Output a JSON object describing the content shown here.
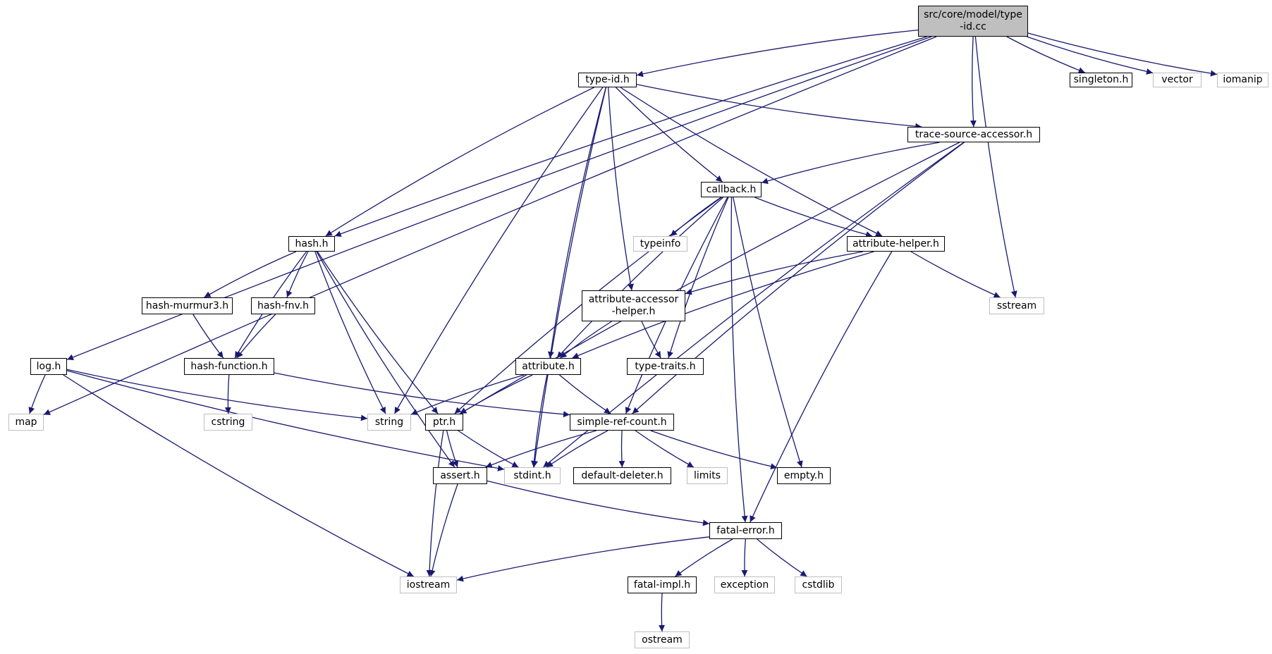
{
  "graph": {
    "edge_color": "#191970",
    "root_fill": "#bfbfbf",
    "external_border": "#bfbfbf",
    "nodes": [
      {
        "id": "root",
        "label": "src/core/model/type\n-id.cc",
        "kind": "root"
      },
      {
        "id": "type_id_h",
        "label": "type-id.h",
        "kind": "internal"
      },
      {
        "id": "singleton_h",
        "label": "singleton.h",
        "kind": "internal"
      },
      {
        "id": "vector",
        "label": "vector",
        "kind": "external"
      },
      {
        "id": "iomanip",
        "label": "iomanip",
        "kind": "external"
      },
      {
        "id": "trace_source_accessor_h",
        "label": "trace-source-accessor.h",
        "kind": "internal"
      },
      {
        "id": "callback_h",
        "label": "callback.h",
        "kind": "internal"
      },
      {
        "id": "hash_h",
        "label": "hash.h",
        "kind": "internal"
      },
      {
        "id": "typeinfo",
        "label": "typeinfo",
        "kind": "external"
      },
      {
        "id": "attribute_helper_h",
        "label": "attribute-helper.h",
        "kind": "internal"
      },
      {
        "id": "hash_murmur3_h",
        "label": "hash-murmur3.h",
        "kind": "internal"
      },
      {
        "id": "hash_fnv_h",
        "label": "hash-fnv.h",
        "kind": "internal"
      },
      {
        "id": "attribute_accessor_helper_h",
        "label": "attribute-accessor\n-helper.h",
        "kind": "internal"
      },
      {
        "id": "sstream",
        "label": "sstream",
        "kind": "external"
      },
      {
        "id": "log_h",
        "label": "log.h",
        "kind": "internal"
      },
      {
        "id": "hash_function_h",
        "label": "hash-function.h",
        "kind": "internal"
      },
      {
        "id": "attribute_h",
        "label": "attribute.h",
        "kind": "internal"
      },
      {
        "id": "type_traits_h",
        "label": "type-traits.h",
        "kind": "internal"
      },
      {
        "id": "map",
        "label": "map",
        "kind": "external"
      },
      {
        "id": "cstring",
        "label": "cstring",
        "kind": "external"
      },
      {
        "id": "string",
        "label": "string",
        "kind": "external"
      },
      {
        "id": "ptr_h",
        "label": "ptr.h",
        "kind": "internal"
      },
      {
        "id": "simple_ref_count_h",
        "label": "simple-ref-count.h",
        "kind": "internal"
      },
      {
        "id": "assert_h",
        "label": "assert.h",
        "kind": "internal"
      },
      {
        "id": "stdint_h",
        "label": "stdint.h",
        "kind": "external"
      },
      {
        "id": "default_deleter_h",
        "label": "default-deleter.h",
        "kind": "internal"
      },
      {
        "id": "limits",
        "label": "limits",
        "kind": "external"
      },
      {
        "id": "empty_h",
        "label": "empty.h",
        "kind": "internal"
      },
      {
        "id": "fatal_error_h",
        "label": "fatal-error.h",
        "kind": "internal"
      },
      {
        "id": "iostream",
        "label": "iostream",
        "kind": "external"
      },
      {
        "id": "fatal_impl_h",
        "label": "fatal-impl.h",
        "kind": "internal"
      },
      {
        "id": "exception",
        "label": "exception",
        "kind": "external"
      },
      {
        "id": "cstdlib",
        "label": "cstdlib",
        "kind": "external"
      },
      {
        "id": "ostream",
        "label": "ostream",
        "kind": "external"
      }
    ],
    "edges": [
      [
        "root",
        "type_id_h"
      ],
      [
        "root",
        "singleton_h"
      ],
      [
        "root",
        "vector"
      ],
      [
        "root",
        "iomanip"
      ],
      [
        "root",
        "trace_source_accessor_h"
      ],
      [
        "root",
        "hash_h"
      ],
      [
        "root",
        "log_h"
      ],
      [
        "root",
        "map"
      ],
      [
        "root",
        "sstream"
      ],
      [
        "type_id_h",
        "trace_source_accessor_h"
      ],
      [
        "type_id_h",
        "callback_h"
      ],
      [
        "type_id_h",
        "hash_h"
      ],
      [
        "type_id_h",
        "attribute_helper_h"
      ],
      [
        "type_id_h",
        "attribute_accessor_helper_h"
      ],
      [
        "type_id_h",
        "attribute_h"
      ],
      [
        "type_id_h",
        "string"
      ],
      [
        "type_id_h",
        "stdint_h"
      ],
      [
        "trace_source_accessor_h",
        "callback_h"
      ],
      [
        "trace_source_accessor_h",
        "ptr_h"
      ],
      [
        "trace_source_accessor_h",
        "simple_ref_count_h"
      ],
      [
        "trace_source_accessor_h",
        "stdint_h"
      ],
      [
        "callback_h",
        "typeinfo"
      ],
      [
        "callback_h",
        "attribute_helper_h"
      ],
      [
        "callback_h",
        "attribute_h"
      ],
      [
        "callback_h",
        "ptr_h"
      ],
      [
        "callback_h",
        "type_traits_h"
      ],
      [
        "callback_h",
        "simple_ref_count_h"
      ],
      [
        "callback_h",
        "empty_h"
      ],
      [
        "callback_h",
        "fatal_error_h"
      ],
      [
        "hash_h",
        "hash_murmur3_h"
      ],
      [
        "hash_h",
        "hash_fnv_h"
      ],
      [
        "hash_h",
        "hash_function_h"
      ],
      [
        "hash_h",
        "string"
      ],
      [
        "hash_h",
        "assert_h"
      ],
      [
        "hash_h",
        "ptr_h"
      ],
      [
        "attribute_helper_h",
        "attribute_accessor_helper_h"
      ],
      [
        "attribute_helper_h",
        "sstream"
      ],
      [
        "attribute_helper_h",
        "attribute_h"
      ],
      [
        "attribute_helper_h",
        "fatal_error_h"
      ],
      [
        "hash_murmur3_h",
        "hash_function_h"
      ],
      [
        "hash_fnv_h",
        "hash_function_h"
      ],
      [
        "attribute_accessor_helper_h",
        "attribute_h"
      ],
      [
        "attribute_accessor_helper_h",
        "type_traits_h"
      ],
      [
        "log_h",
        "map"
      ],
      [
        "log_h",
        "string"
      ],
      [
        "log_h",
        "stdint_h"
      ],
      [
        "log_h",
        "iostream"
      ],
      [
        "hash_function_h",
        "cstring"
      ],
      [
        "hash_function_h",
        "simple_ref_count_h"
      ],
      [
        "attribute_h",
        "string"
      ],
      [
        "attribute_h",
        "ptr_h"
      ],
      [
        "attribute_h",
        "simple_ref_count_h"
      ],
      [
        "attribute_h",
        "stdint_h"
      ],
      [
        "ptr_h",
        "assert_h"
      ],
      [
        "ptr_h",
        "stdint_h"
      ],
      [
        "ptr_h",
        "iostream"
      ],
      [
        "simple_ref_count_h",
        "assert_h"
      ],
      [
        "simple_ref_count_h",
        "stdint_h"
      ],
      [
        "simple_ref_count_h",
        "default_deleter_h"
      ],
      [
        "simple_ref_count_h",
        "limits"
      ],
      [
        "simple_ref_count_h",
        "empty_h"
      ],
      [
        "assert_h",
        "iostream"
      ],
      [
        "assert_h",
        "fatal_error_h"
      ],
      [
        "fatal_error_h",
        "iostream"
      ],
      [
        "fatal_error_h",
        "fatal_impl_h"
      ],
      [
        "fatal_error_h",
        "exception"
      ],
      [
        "fatal_error_h",
        "cstdlib"
      ],
      [
        "fatal_impl_h",
        "ostream"
      ]
    ]
  }
}
